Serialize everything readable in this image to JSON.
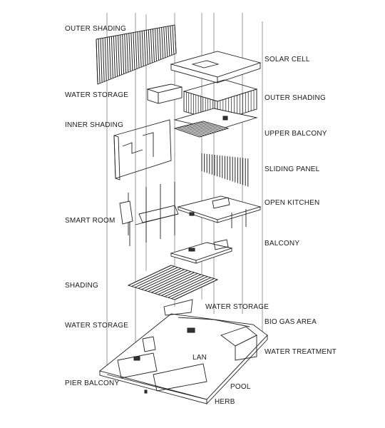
{
  "labels": {
    "outer_shading_left": "OUTER SHADING",
    "water_storage_top": "WATER STORAGE",
    "inner_shading": "INNER SHADING",
    "smart_room": "SMART ROOM",
    "shading": "SHADING",
    "water_storage_left": "WATER STORAGE",
    "pier_balcony": "PIER BALCONY",
    "solar_cell": "SOLAR CELL",
    "outer_shading_right": "OUTER SHADING",
    "upper_balcony": "UPPER BALCONY",
    "sliding_panel": "SLIDING PANEL",
    "open_kitchen": "OPEN KITCHEN",
    "balcony": "BALCONY",
    "water_storage_mid": "WATER STORAGE",
    "bio_gas_area": "BIO GAS AREA",
    "water_treatment": "WATER TREATMENT",
    "lan": "LAN",
    "pool": "POOL",
    "herb": "HERB"
  }
}
